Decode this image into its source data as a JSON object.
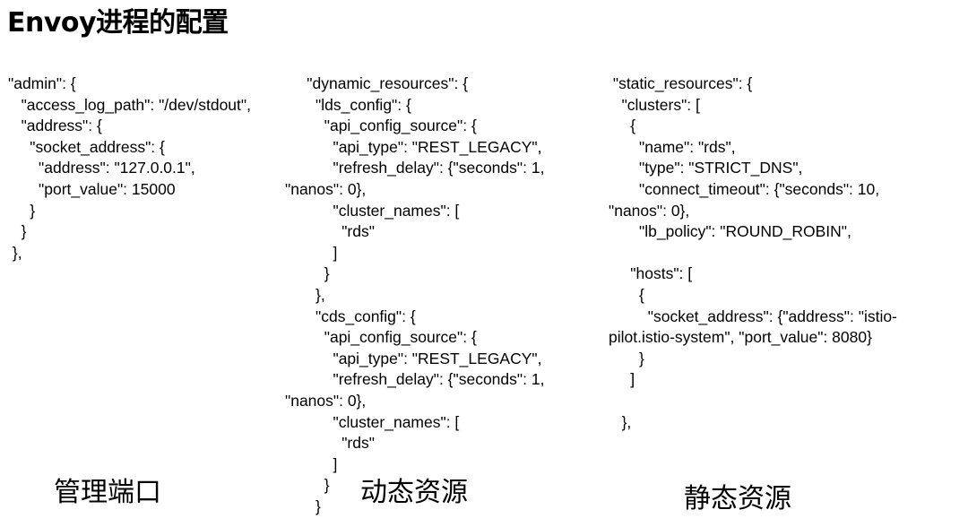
{
  "slide": {
    "title": "Envoy进程的配置"
  },
  "columns": {
    "admin": {
      "lines": [
        "\"admin\": {",
        "   \"access_log_path\": \"/dev/stdout\",",
        "   \"address\": {",
        "     \"socket_address\": {",
        "       \"address\": \"127.0.0.1\",",
        "       \"port_value\": 15000",
        "     }",
        "   }",
        " },"
      ],
      "caption": "管理端口"
    },
    "dynamic": {
      "lines": [
        "     \"dynamic_resources\": {",
        "       \"lds_config\": {",
        "         \"api_config_source\": {",
        "           \"api_type\": \"REST_LEGACY\",",
        "           \"refresh_delay\": {\"seconds\": 1,",
        "\"nanos\": 0},",
        "           \"cluster_names\": [",
        "             \"rds\"",
        "           ]",
        "         }",
        "       },",
        "       \"cds_config\": {",
        "         \"api_config_source\": {",
        "           \"api_type\": \"REST_LEGACY\",",
        "           \"refresh_delay\": {\"seconds\": 1,",
        "\"nanos\": 0},",
        "           \"cluster_names\": [",
        "             \"rds\"",
        "           ]",
        "         }",
        "       }"
      ],
      "caption": "动态资源"
    },
    "static": {
      "lines": [
        " \"static_resources\": {",
        "   \"clusters\": [",
        "     {",
        "       \"name\": \"rds\",",
        "       \"type\": \"STRICT_DNS\",",
        "       \"connect_timeout\": {\"seconds\": 10,",
        "\"nanos\": 0},",
        "       \"lb_policy\": \"ROUND_ROBIN\",",
        "",
        "     \"hosts\": [",
        "       {",
        "         \"socket_address\": {\"address\": \"istio-",
        "pilot.istio-system\", \"port_value\": 8080}",
        "       }",
        "     ]",
        "",
        "   },"
      ],
      "caption": "静态资源"
    }
  }
}
